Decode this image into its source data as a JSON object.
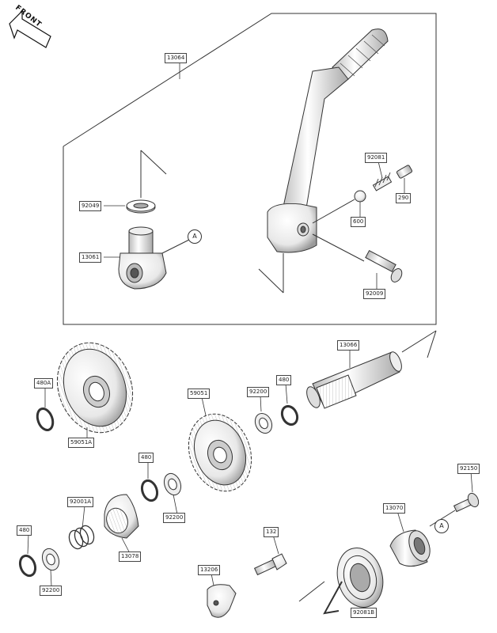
{
  "direction_indicator": "FRONT",
  "callout_marker": "A",
  "parts": {
    "kick_pedal_assy": "13064",
    "washer_top": "92049",
    "pivot_shaft": "13061",
    "spring_top": "92081",
    "pin": "290",
    "ball": "600",
    "bolt_pin": "92009",
    "kick_shaft": "13066",
    "circlip_right": "480",
    "washer_right": "92200",
    "gear_large": "59051",
    "circlip_large": "480A",
    "gear_large_outer": "59051A",
    "circlip_mid": "480",
    "washer_mid": "92200",
    "spring_mid": "92001A",
    "ratchet": "13078",
    "circlip_bottom": "480",
    "washer_bottom": "92200",
    "bolt": "132",
    "guide": "13206",
    "return_spring": "92081B",
    "collar": "13070",
    "bolt_screw": "92150"
  }
}
